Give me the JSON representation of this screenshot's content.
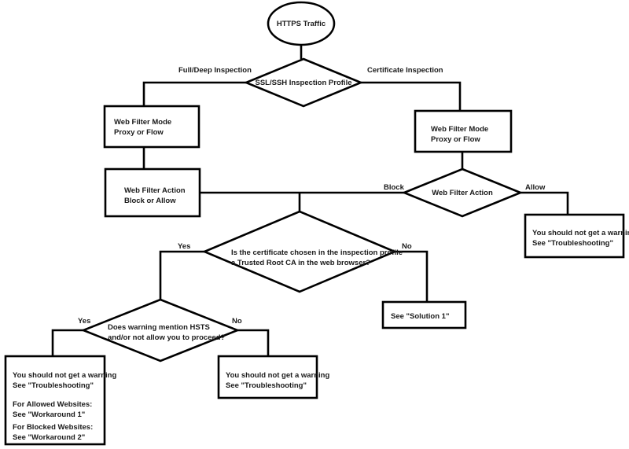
{
  "diagram": {
    "type": "flowchart",
    "nodes": {
      "start": {
        "shape": "oval",
        "lines": [
          "HTTPS Traffic"
        ]
      },
      "inspection_profile": {
        "shape": "diamond",
        "lines": [
          "SSL/SSH Inspection Profile"
        ]
      },
      "left_mode": {
        "shape": "box",
        "lines": [
          "Web Filter Mode",
          "Proxy or Flow"
        ]
      },
      "left_action": {
        "shape": "box",
        "lines": [
          "Web Filter Action",
          "Block or Allow"
        ]
      },
      "right_mode": {
        "shape": "box",
        "lines": [
          "Web Filter Mode",
          "Proxy or Flow"
        ]
      },
      "right_action": {
        "shape": "diamond",
        "lines": [
          "Web Filter Action"
        ]
      },
      "allow_result": {
        "shape": "box",
        "lines": [
          "You should not get a warning",
          "See \"Troubleshooting\""
        ]
      },
      "trusted_ca": {
        "shape": "diamond",
        "lines": [
          "Is the certificate chosen in the inspection profile",
          "a Trusted Root CA in the web browser?"
        ]
      },
      "solution1": {
        "shape": "box",
        "lines": [
          "See \"Solution 1\""
        ]
      },
      "hsts": {
        "shape": "diamond",
        "lines": [
          "Does warning mention HSTS",
          "and/or not allow you to proceed?"
        ]
      },
      "yes_result": {
        "shape": "box",
        "lines": [
          "You should not get a warning",
          "See \"Troubleshooting\"",
          "",
          "For Allowed Websites:",
          "See \"Workaround 1\"",
          "",
          "For Blocked Websites:",
          "See \"Workaround 2\""
        ]
      },
      "no_result": {
        "shape": "box",
        "lines": [
          "You should not get a warning",
          "See \"Troubleshooting\""
        ]
      }
    },
    "edges": {
      "full_deep": "Full/Deep Inspection",
      "certificate": "Certificate Inspection",
      "block": "Block",
      "allow": "Allow",
      "ca_yes": "Yes",
      "ca_no": "No",
      "hsts_yes": "Yes",
      "hsts_no": "No"
    }
  }
}
